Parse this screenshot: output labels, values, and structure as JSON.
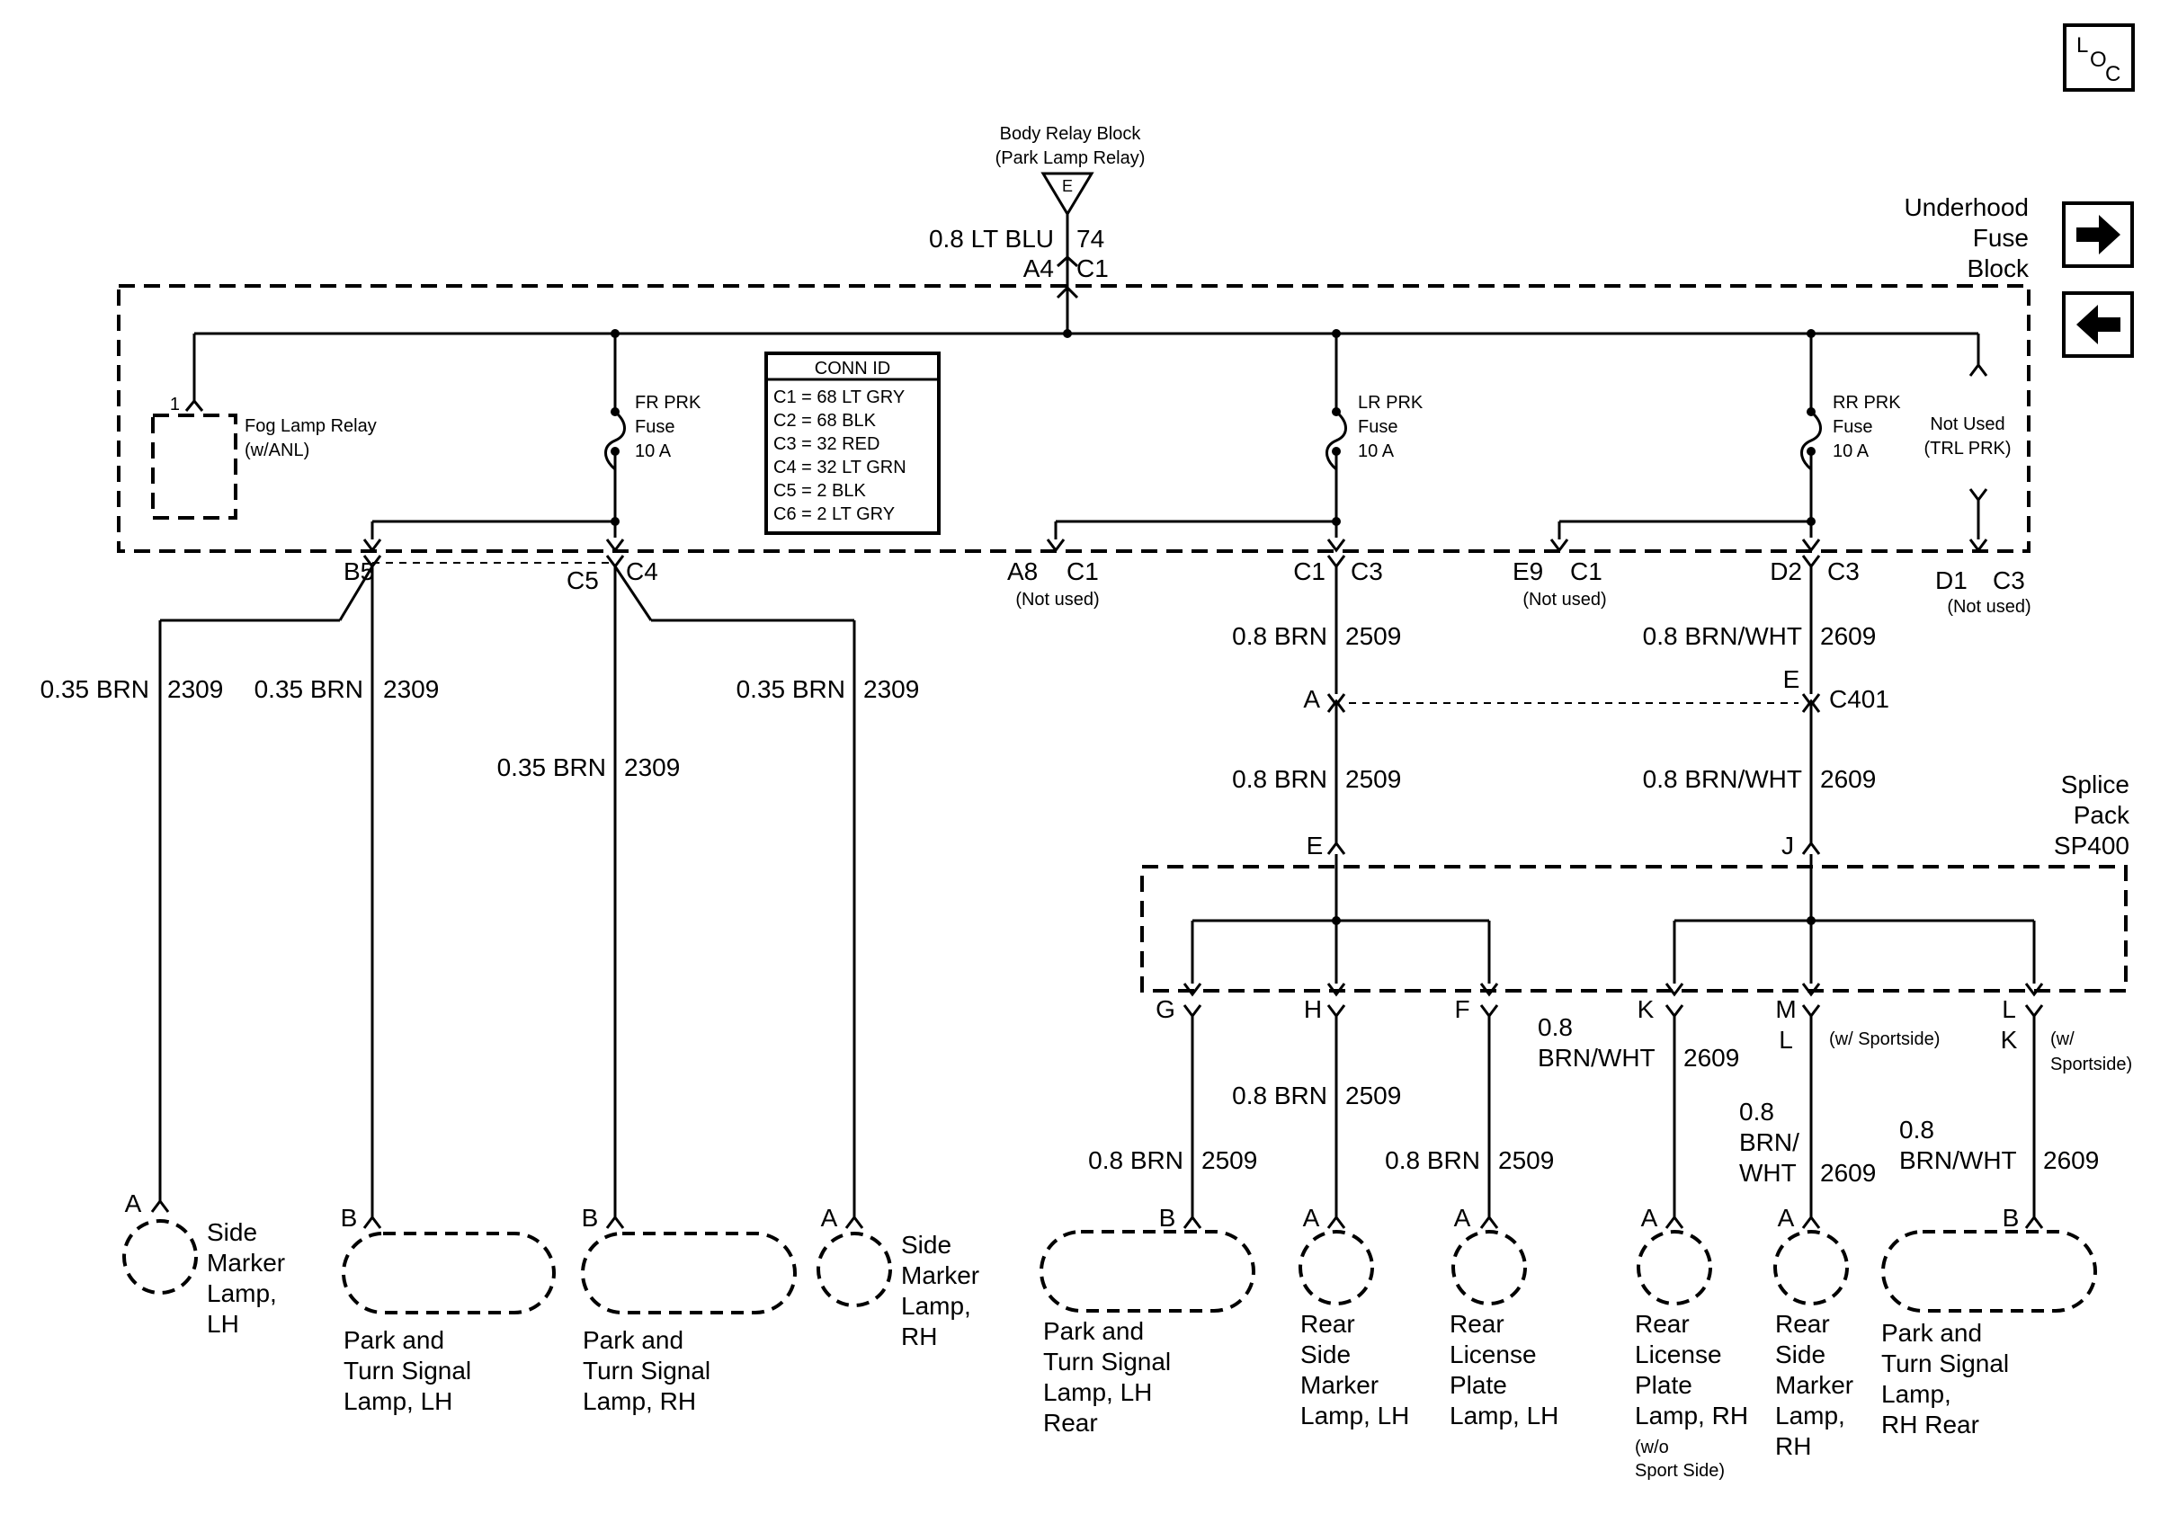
{
  "nav": {
    "loc_icon": "location-icon",
    "next_icon": "arrow-right-icon",
    "prev_icon": "arrow-left-icon",
    "loc_letters": [
      "L",
      "O",
      "C"
    ]
  },
  "top_source": {
    "title_line1": "Body Relay Block",
    "title_line2": "(Park Lamp Relay)",
    "terminal": "E",
    "wire_spec": "0.8 LT BLU",
    "circuit": "74",
    "pin": "A4",
    "connector": "C1"
  },
  "underhood_fuse_block": {
    "title_line1": "Underhood",
    "title_line2": "Fuse",
    "title_line3": "Block",
    "fog_pin": "1",
    "fog_relay_line1": "Fog Lamp Relay",
    "fog_relay_line2": "(w/ANL)",
    "fuses": [
      {
        "line1": "FR PRK",
        "line2": "Fuse",
        "line3": "10 A"
      },
      {
        "line1": "LR PRK",
        "line2": "Fuse",
        "line3": "10 A"
      },
      {
        "line1": "RR PRK",
        "line2": "Fuse",
        "line3": "10 A"
      }
    ],
    "not_used_line1": "Not Used",
    "not_used_line2": "(TRL PRK)",
    "conn_id": {
      "header": "CONN ID",
      "rows": [
        "C1 = 68 LT GRY",
        "C2 = 68 BLK",
        "C3 = 32 RED",
        "C4 = 32 LT GRN",
        "C5 = 2 BLK",
        "C6 = 2 LT GRY"
      ]
    }
  },
  "outputs": {
    "b5": "B5",
    "c5": "C5",
    "c4": "C4",
    "a8": "A8",
    "a8_conn": "C1",
    "a8_note": "(Not used)",
    "c1": "C1",
    "c3_a": "C3",
    "e9": "E9",
    "e9_conn": "C1",
    "e9_note": "(Not used)",
    "d2": "D2",
    "c3_b": "C3",
    "d1": "D1",
    "d1_conn": "C3",
    "d1_note": "(Not used)"
  },
  "front_wires": {
    "spec": "0.35 BRN",
    "circuit": "2309"
  },
  "rear_wires": {
    "brn_spec": "0.8 BRN",
    "brn_circuit": "2509",
    "brnwht_spec": "0.8 BRN/WHT",
    "brnwht_circuit": "2609",
    "c401": "C401",
    "c401_a": "A",
    "c401_e": "E"
  },
  "splice_pack": {
    "title_line1": "Splice",
    "title_line2": "Pack",
    "title_line3": "SP400",
    "in_e": "E",
    "in_j": "J",
    "out_g": "G",
    "out_h": "H",
    "out_f": "F",
    "out_k": "K",
    "out_m": "M",
    "out_m_alt": "L",
    "out_m_note": "(w/ Sportside)",
    "out_l": "L",
    "out_l_alt": "K",
    "out_l_note1": "(w/",
    "out_l_note2": "Sportside)"
  },
  "branch_wires": {
    "k_spec1": "0.8",
    "k_spec2": "BRN/WHT",
    "k_circuit": "2609",
    "m_spec1": "0.8",
    "m_spec2": "BRN/",
    "m_spec3": "WHT",
    "m_circuit": "2609",
    "l_spec1": "0.8",
    "l_spec2": "BRN/WHT",
    "l_circuit": "2609"
  },
  "lamps": {
    "side_marker_lh": {
      "pin": "A",
      "l1": "Side",
      "l2": "Marker",
      "l3": "Lamp,",
      "l4": "LH"
    },
    "park_turn_lh": {
      "pin": "B",
      "l1": "Park and",
      "l2": "Turn Signal",
      "l3": "Lamp, LH"
    },
    "park_turn_rh": {
      "pin": "B",
      "l1": "Park and",
      "l2": "Turn Signal",
      "l3": "Lamp, RH"
    },
    "side_marker_rh": {
      "pin": "A",
      "l1": "Side",
      "l2": "Marker",
      "l3": "Lamp,",
      "l4": "RH"
    },
    "park_turn_lh_rear": {
      "pin": "B",
      "l1": "Park and",
      "l2": "Turn Signal",
      "l3": "Lamp, LH",
      "l4": "Rear"
    },
    "rear_side_marker_lh": {
      "pin": "A",
      "l1": "Rear",
      "l2": "Side",
      "l3": "Marker",
      "l4": "Lamp, LH"
    },
    "rear_license_lh": {
      "pin": "A",
      "l1": "Rear",
      "l2": "License",
      "l3": "Plate",
      "l4": "Lamp, LH"
    },
    "rear_license_rh": {
      "pin": "A",
      "l1": "Rear",
      "l2": "License",
      "l3": "Plate",
      "l4": "Lamp, RH",
      "l5": "(w/o",
      "l6": "Sport Side)"
    },
    "rear_side_marker_rh": {
      "pin": "A",
      "l1": "Rear",
      "l2": "Side",
      "l3": "Marker",
      "l4": "Lamp,",
      "l5": "RH"
    },
    "park_turn_rh_rear": {
      "pin": "B",
      "l1": "Park and",
      "l2": "Turn Signal",
      "l3": "Lamp,",
      "l4": "RH Rear"
    }
  }
}
